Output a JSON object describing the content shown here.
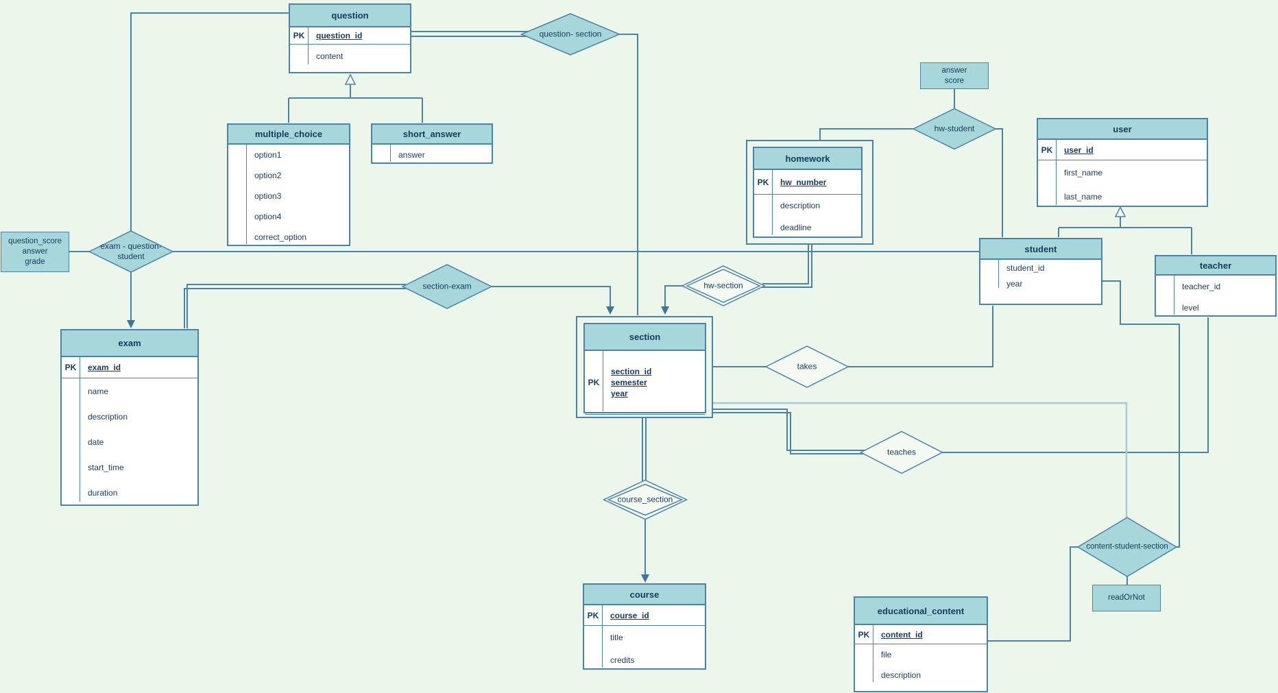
{
  "pk_label": "PK",
  "entities": {
    "question": {
      "title": "question",
      "pk": [
        "question_id"
      ],
      "attrs": [
        "content"
      ]
    },
    "multiple_choice": {
      "title": "multiple_choice",
      "pk": [],
      "attrs": [
        "option1",
        "option2",
        "option3",
        "option4",
        "correct_option"
      ]
    },
    "short_answer": {
      "title": "short_answer",
      "pk": [],
      "attrs": [
        "answer"
      ]
    },
    "exam": {
      "title": "exam",
      "pk": [
        "exam_id"
      ],
      "attrs": [
        "name",
        "description",
        "date",
        "start_time",
        "duration"
      ]
    },
    "homework": {
      "title": "homework",
      "pk": [
        "hw_number"
      ],
      "attrs": [
        "description",
        "deadline"
      ]
    },
    "section": {
      "title": "section",
      "pk": [
        "section_id",
        "semester",
        "year"
      ],
      "attrs": []
    },
    "course": {
      "title": "course",
      "pk": [
        "course_id"
      ],
      "attrs": [
        "title",
        "credits"
      ]
    },
    "user": {
      "title": "user",
      "pk": [
        "user_id"
      ],
      "attrs": [
        "first_name",
        "last_name"
      ]
    },
    "student": {
      "title": "student",
      "pk": [],
      "attrs": [
        "student_id",
        "year"
      ]
    },
    "teacher": {
      "title": "teacher",
      "pk": [],
      "attrs": [
        "teacher_id",
        "level"
      ]
    },
    "educational_content": {
      "title": "educational_content",
      "pk": [
        "content_id"
      ],
      "attrs": [
        "file",
        "description"
      ]
    }
  },
  "relationships": {
    "question_section": {
      "label": "question- section"
    },
    "exam_question_student": {
      "label": "exam - question-\nstudent"
    },
    "section_exam": {
      "label": "section-exam"
    },
    "hw_student": {
      "label": "hw-student"
    },
    "hw_section": {
      "label": "hw-section"
    },
    "takes": {
      "label": "takes"
    },
    "teaches": {
      "label": "teaches"
    },
    "course_section": {
      "label": "course_section"
    },
    "content_student_section": {
      "label": "content-student-section"
    }
  },
  "notes": {
    "exam_question_student_attrs": "question_score\nanswer\ngrade",
    "hw_student_attrs": "answer\nscore",
    "content_student_section_attr": "readOrNot"
  },
  "colors": {
    "background": "#edf6eb",
    "entity_fill": "#a7d7da",
    "border": "#4a82a8",
    "text": "#17395d",
    "light_connector": "#a9c9d9"
  }
}
